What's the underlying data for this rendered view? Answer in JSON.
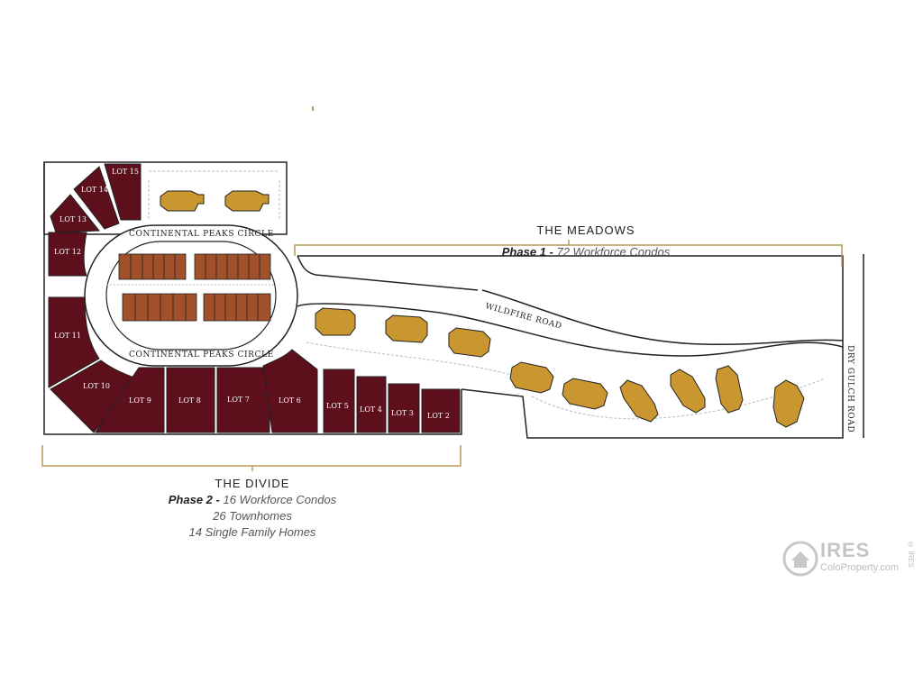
{
  "sections": {
    "meadows": {
      "title": "THE MEADOWS",
      "phase_label": "Phase 1 -",
      "phase_detail": "72 Workforce Condos"
    },
    "divide": {
      "title": "THE DIVIDE",
      "phase_label": "Phase 2 -",
      "phase_detail": "16 Workforce Condos",
      "line2": "26 Townhomes",
      "line3": "14 Single Family Homes"
    }
  },
  "roads": {
    "circle_north": "CONTINENTAL PEAKS CIRCLE",
    "circle_south": "CONTINENTAL PEAKS CIRCLE",
    "wildfire": "WILDFIRE ROAD",
    "dry_gulch": "DRY GULCH ROAD"
  },
  "lots": [
    "LOT 15",
    "LOT 14",
    "LOT 13",
    "LOT 12",
    "LOT 11",
    "LOT 10",
    "LOT 9",
    "LOT 8",
    "LOT 7",
    "LOT 6",
    "LOT 5",
    "LOT 4",
    "LOT 3",
    "LOT 2"
  ],
  "watermark": {
    "brand": "IRES",
    "sub": "ColoProperty.com",
    "side": "© IRES"
  },
  "colors": {
    "lot": "#5e0f1c",
    "condo": "#c9962f",
    "townhome": "#a0502a",
    "bracket": "#b89a5a",
    "outline": "#222222"
  }
}
